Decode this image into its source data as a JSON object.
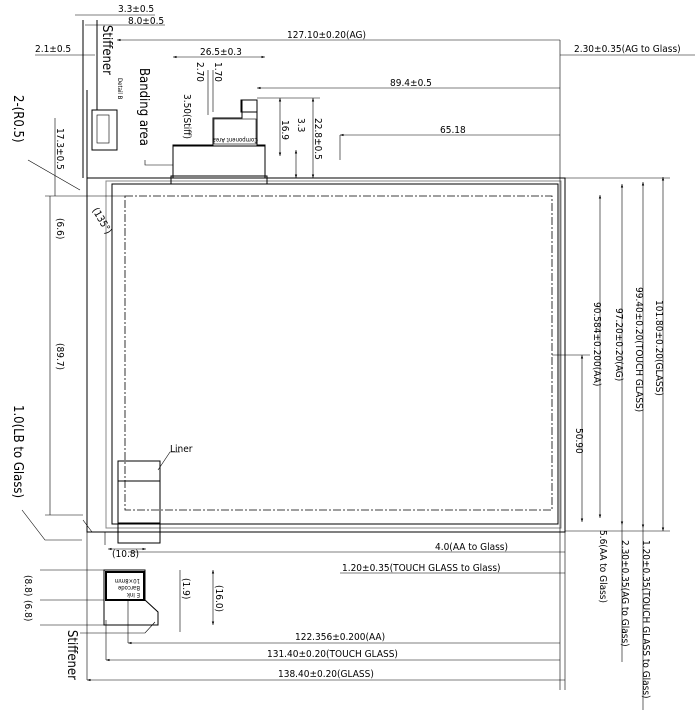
{
  "dimensions": {
    "stiffener_offset_3_3": "3.3±0.5",
    "stiffener_offset_8_0": "8.0±0.5",
    "left_2_1": "2.1±0.5",
    "ag_width": "127.10±0.20(AG)",
    "ag_to_glass_right": "2.30±0.35(AG to Glass)",
    "fpc_width": "26.5±0.3",
    "fpc_1_70": "1.70",
    "fpc_2_70": "2.70",
    "fpc_stiff": "3.50(Stiff)",
    "fpc_offset": "89.4±0.5",
    "fpc_16_9": "16.9",
    "fpc_3_3": "3.3",
    "fpc_height": "22.8±0.5",
    "fpc_65_18": "65.18",
    "left_17_3": "17.3±0.5",
    "corner_radius": "2-(R0.5)",
    "angle": "(135°)",
    "left_6_6": "(6.6)",
    "left_89_7": "(89.7)",
    "lb_to_glass": "1.0(LB to Glass)",
    "aa_height": "90.584±0.200(AA)",
    "aa_50_90": "50.90",
    "ag_height": "97.20±0.20(AG)",
    "touch_height": "99.40±0.20(TOUCH GLASS)",
    "glass_height": "101.80±0.20(GLASS)",
    "aa_to_glass_4": "4.0(AA to Glass)",
    "touch_to_glass_h": "1.20±0.35(TOUCH GLASS to Glass)",
    "aa_to_glass_5_6": "5.6(AA to Glass)",
    "ag_to_glass_v": "2.30±0.35(AG to Glass)",
    "touch_to_glass_v": "1.20±0.35(TOUCH GLASS to Glass)",
    "tab_10_8": "(10.8)",
    "tab_8_8": "(8.8)",
    "tab_6_8": "(6.8)",
    "tab_1_9": "(1.9)",
    "tab_16_0": "(16.0)",
    "aa_width": "122.356±0.200(AA)",
    "touch_width": "131.40±0.20(TOUCH GLASS)",
    "glass_width": "138.40±0.20(GLASS)"
  },
  "labels": {
    "stiffener_top": "Stiffener",
    "detail_b": "Detail B",
    "bonding_area": "Banding area",
    "component_area": "Component Area",
    "liner": "Liner",
    "stiffener_bottom": "Stiffener",
    "barcode_line1": "E Ink",
    "barcode_line2": "Barcode",
    "barcode_line3": "10×8mm"
  }
}
